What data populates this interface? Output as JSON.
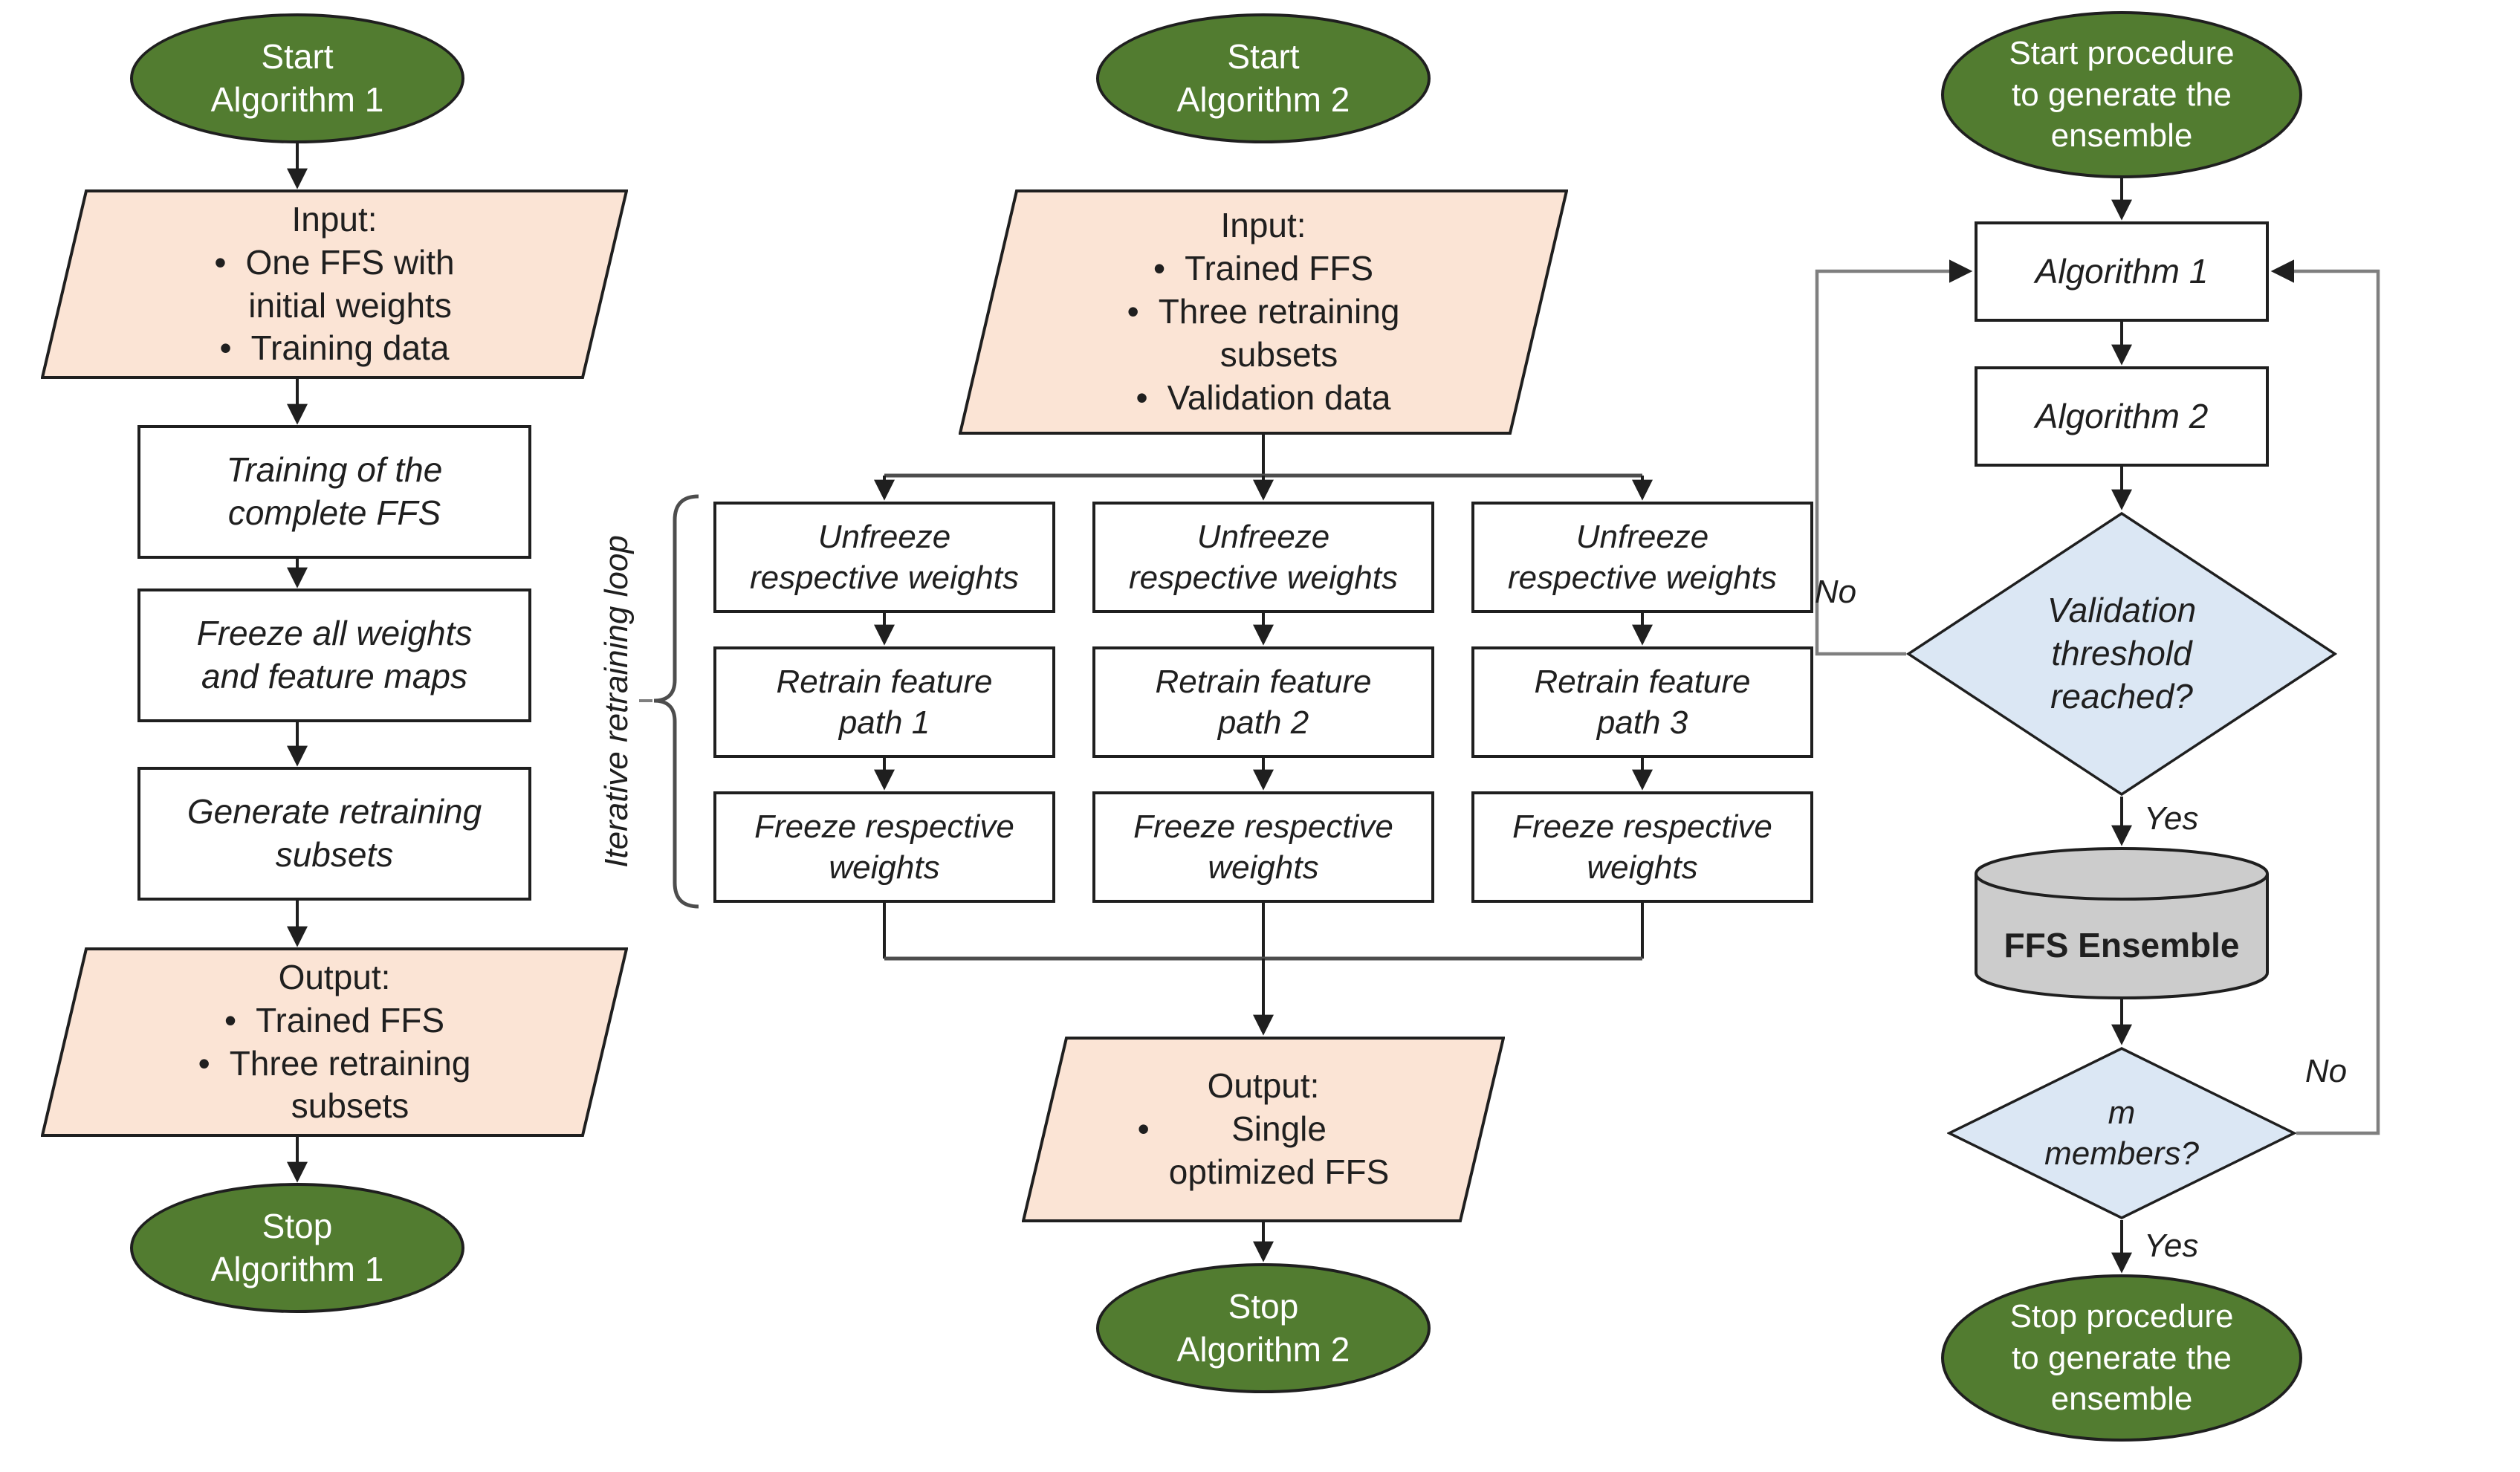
{
  "ui": {
    "bullet_char": "•"
  },
  "colors": {
    "terminator-fill": "#527c30",
    "terminator-text": "#ffffff",
    "io-fill": "#fbe4d5",
    "decision-fill": "#dbe7f4",
    "datastore-fill": "#cccccc",
    "process-fill": "#ffffff",
    "stroke": "#1f1f1f",
    "loop-stroke": "#7f7f7f",
    "text": "#1f1f1f"
  },
  "algorithm1": {
    "start": "Start\nAlgorithm 1",
    "input_title": "Input:",
    "input_bullets": [
      "One FFS with\ninitial weights",
      "Training data"
    ],
    "steps": [
      "Training of the\ncomplete FFS",
      "Freeze all weights\nand feature maps",
      "Generate retraining\nsubsets"
    ],
    "output_title": "Output:",
    "output_bullets": [
      "Trained FFS",
      "Three retraining\nsubsets"
    ],
    "stop": "Stop\nAlgorithm 1"
  },
  "algorithm2": {
    "start": "Start\nAlgorithm 2",
    "input_title": "Input:",
    "input_bullets": [
      "Trained FFS",
      "Three retraining\nsubsets",
      "Validation data"
    ],
    "loop_label": "Iterative retraining loop",
    "branches": [
      {
        "unfreeze": "Unfreeze\nrespective weights",
        "retrain": "Retrain feature\npath 1",
        "freeze": "Freeze respective\nweights"
      },
      {
        "unfreeze": "Unfreeze\nrespective weights",
        "retrain": "Retrain feature\npath 2",
        "freeze": "Freeze respective\nweights"
      },
      {
        "unfreeze": "Unfreeze\nrespective weights",
        "retrain": "Retrain feature\npath 3",
        "freeze": "Freeze respective\nweights"
      }
    ],
    "output_title": "Output:",
    "output_bullets": [
      "Single\noptimized FFS"
    ],
    "stop": "Stop\nAlgorithm 2"
  },
  "ensemble": {
    "start": "Start procedure\nto generate the\nensemble",
    "algorithm1_step": "Algorithm 1",
    "algorithm2_step": "Algorithm 2",
    "decision_validation": "Validation\nthreshold\nreached?",
    "decision_validation_no": "No",
    "decision_validation_yes": "Yes",
    "datastore": "FFS Ensemble",
    "decision_members": "m\nmembers?",
    "decision_members_no": "No",
    "decision_members_yes": "Yes",
    "stop": "Stop procedure\nto generate the\nensemble"
  }
}
